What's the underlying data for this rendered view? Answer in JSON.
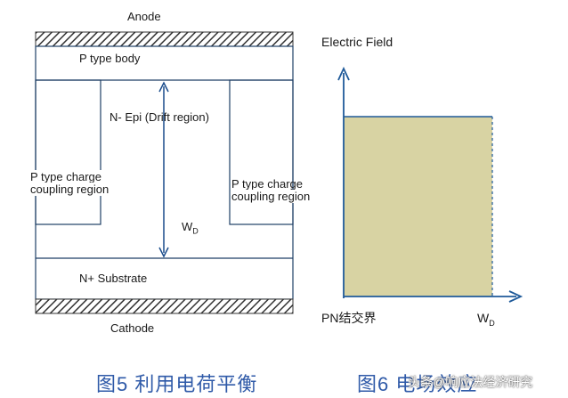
{
  "left_diagram": {
    "anode_label": "Anode",
    "p_body_label": "P type body",
    "drift_label": "N- Epi (Drift region)",
    "p_charge_left_label_1": "P type charge",
    "p_charge_left_label_2": "coupling region",
    "p_charge_right_label_1": "P type charge",
    "p_charge_right_label_2": "coupling region",
    "wd_main": "W",
    "wd_sub": "D",
    "substrate_label": "N+ Substrate",
    "cathode_label": "Cathode"
  },
  "right_diagram": {
    "y_axis_label": "Electric Field",
    "x_origin_label": "PN结交界",
    "wd_main": "W",
    "wd_sub": "D",
    "field_fill_color": "#d8d3a3"
  },
  "captions": {
    "fig5": "图5  利用电荷平衡",
    "fig6": "图6 电场效应"
  },
  "watermark": "头条@响应法经济研究"
}
